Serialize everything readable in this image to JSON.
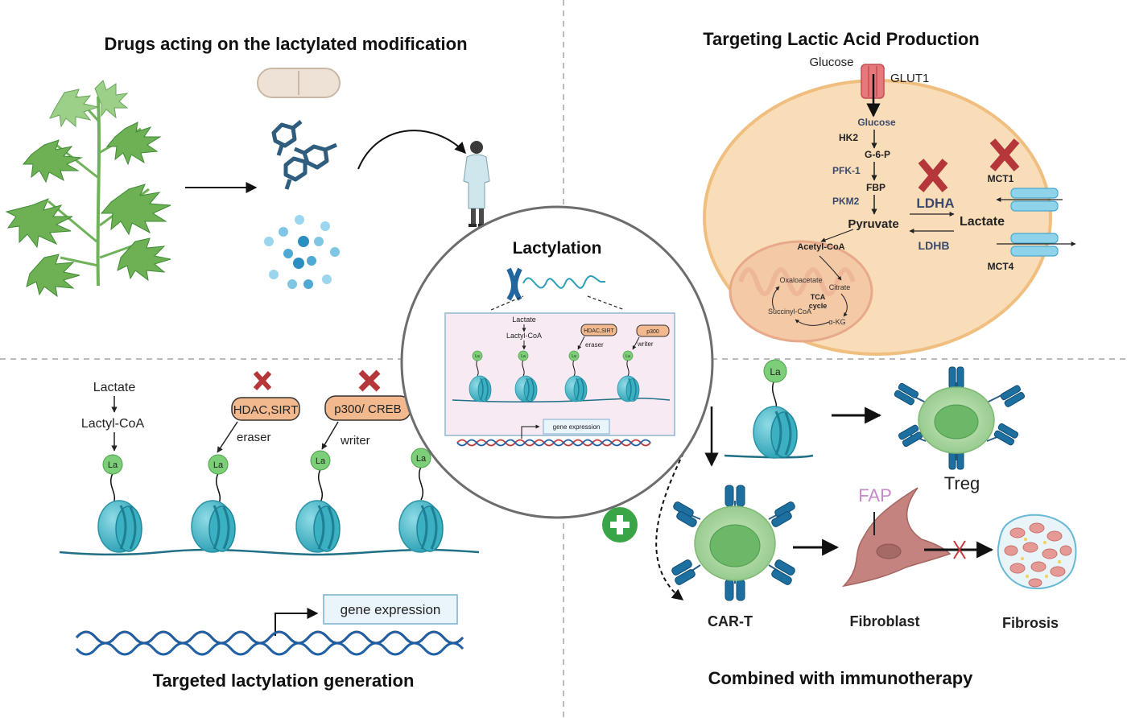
{
  "panels": {
    "drugs": {
      "title": "Drugs acting on the lactylated modification"
    },
    "lactic": {
      "title": "Targeting Lactic Acid Production",
      "glucose_out": "Glucose",
      "glut1": "GLUT1",
      "glucose_in": "Glucose",
      "hk2": "HK2",
      "g6p": "G-6-P",
      "pfk1": "PFK-1",
      "fbp": "FBP",
      "pkm2": "PKM2",
      "pyruvate": "Pyruvate",
      "ldha": "LDHA",
      "ldhb": "LDHB",
      "lactate": "Lactate",
      "mct1": "MCT1",
      "mct4": "MCT4",
      "acetyl_coa": "Acetyl-CoA",
      "oxaloacetate": "Oxaloacetate",
      "citrate": "Citrate",
      "tca_1": "TCA",
      "tca_2": "cycle",
      "succinyl": "Succinyl-CoA",
      "akg": "α-KG"
    },
    "center": {
      "title": "Lactylation",
      "lactate": "Lactate",
      "lactyl_coa": "Lactyl-CoA",
      "eraser_box": "HDAC,SIRT",
      "eraser": "eraser",
      "writer_box": "p300",
      "writer": "writer",
      "la": "La",
      "gene_expression": "gene expression"
    },
    "targeted": {
      "title": "Targeted lactylation generation",
      "lactate": "Lactate",
      "lactyl_coa": "Lactyl-CoA",
      "eraser_box": "HDAC,SIRT",
      "eraser": "eraser",
      "writer_box": "p300/ CREB",
      "writer": "writer",
      "la": "La",
      "gene_expression": "gene expression"
    },
    "immuno": {
      "title": "Combined with immunotherapy",
      "la": "La",
      "treg": "Treg",
      "car_t": "CAR-T",
      "fap": "FAP",
      "fibroblast": "Fibroblast",
      "fibrosis": "Fibrosis"
    }
  },
  "colors": {
    "nucleosome": "#4bb9c9",
    "la_green": "#7ccf78",
    "inhibit_x": "#b5373a",
    "eraser_fill": "#f3b98e",
    "cell_fill": "#f9ddb9",
    "cell_stroke": "#f0bf80",
    "mct_blue": "#8fd3ea",
    "glut_red": "#e6787c",
    "plus_green": "#3aa547",
    "fap_purple": "#c58ac9",
    "tcell_green": "#a9d89d"
  }
}
